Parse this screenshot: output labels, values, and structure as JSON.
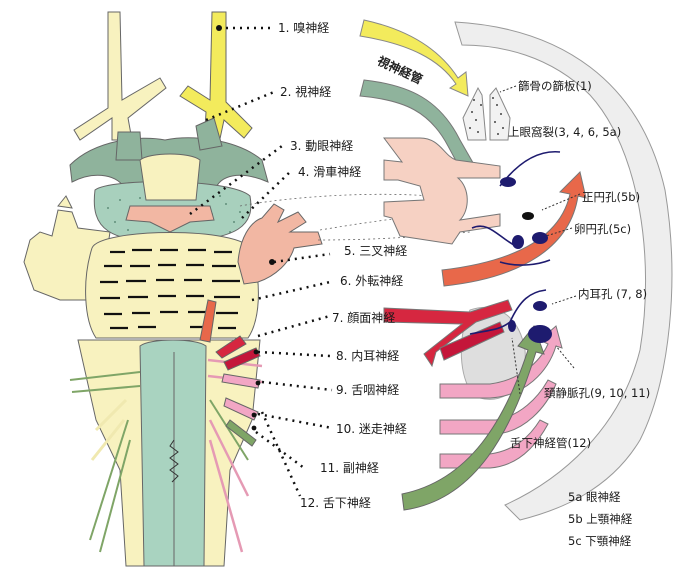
{
  "nerves": [
    {
      "label": "1. 嗅神経",
      "color": "#f3eb5c"
    },
    {
      "label": "2. 視神経",
      "color": "#8fb39c"
    },
    {
      "label": "3. 動眼神経",
      "color": "#f2b7a3"
    },
    {
      "label": "4.  滑車神経",
      "color": "#f2b7a3"
    },
    {
      "label": "5. 三叉神経",
      "color": "#f2b7a3"
    },
    {
      "label": "6. 外転神経",
      "color": "#e8684a"
    },
    {
      "label": "7.  顔面神経",
      "color": "#d62740"
    },
    {
      "label": "8. 内耳神経",
      "color": "#c4163a"
    },
    {
      "label": "9. 舌咽神経",
      "color": "#f2a6c4"
    },
    {
      "label": "10. 迷走神経",
      "color": "#f2a6c4"
    },
    {
      "label": "11. 副神経",
      "color": "#f2a6c4"
    },
    {
      "label": "12. 舌下神経",
      "color": "#7fa567"
    }
  ],
  "foramina": [
    {
      "label": "篩骨の篩板(1)"
    },
    {
      "label": "上眼窩裂(3, 4, 6, 5a)"
    },
    {
      "label": "正円孔(5b)"
    },
    {
      "label": "卵円孔(5c)"
    },
    {
      "label": "内耳孔 (7,   8)"
    },
    {
      "label": "頚静脈孔(9, 10, 11)"
    },
    {
      "label": "舌下神経管(12)"
    }
  ],
  "optic_canal_label": "視神経管",
  "legend": [
    {
      "label": "5a 眼神経"
    },
    {
      "label": "5b 上顎神経"
    },
    {
      "label": "5c 下顎神経"
    }
  ],
  "colors": {
    "brainstem": "#f8f2bf",
    "spinal_cord": "#a9d3c0",
    "midbrain": "#a8d0bd",
    "skull": "#eeeeee",
    "foramen": "#1e1b6f"
  }
}
